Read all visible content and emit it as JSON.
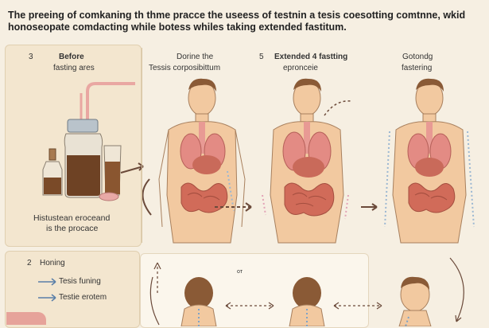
{
  "title": {
    "line1": "The preeing of comkaning th thme pracce the useess of testnin a tesis  coesotting comtnne, wkid",
    "line2": "honoseopate comdacting while botess whiles taking extended fastitum."
  },
  "panels": {
    "p1": {
      "num": "3",
      "label1": "Before",
      "label2": "fasting ares",
      "note1": "Histustean eroceand",
      "note2": "is the procace"
    },
    "p2": {
      "label1": "Dorine the",
      "label2": "Tessis corposibittum"
    },
    "p3": {
      "num": "5",
      "label1": "Extended 4 fastting",
      "label2": "epronceie"
    },
    "p4": {
      "label1": "Gotondg",
      "label2": "fastering"
    }
  },
  "bottom": {
    "num": "2",
    "heading": "Honing",
    "item1": "Tesis funing",
    "item2": "Testie erotem",
    "small": "oт"
  },
  "colors": {
    "background": "#f6efe2",
    "panel": "#f3e6cf",
    "skin": "#f2c9a0",
    "organ": "#d77a6e",
    "intestine": "#c9604f",
    "arrow": "#6b4a3a",
    "blue_dots": "#7fa3c7"
  }
}
